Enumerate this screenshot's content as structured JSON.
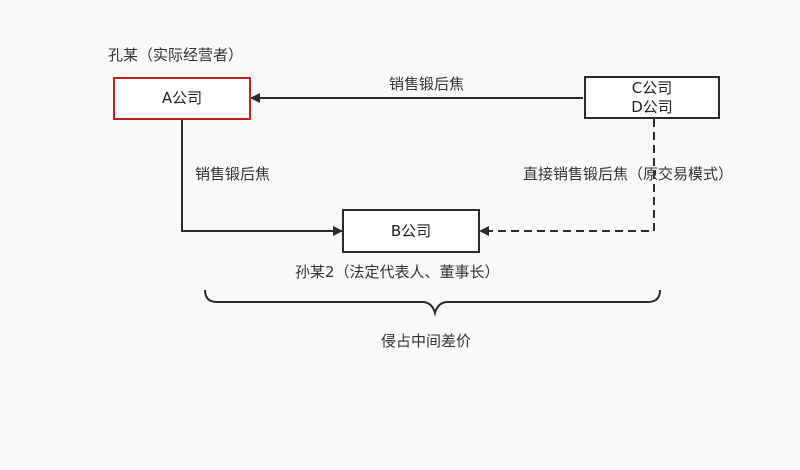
{
  "nodes": {
    "a": {
      "label": "A公司",
      "border_color": "#c81e1e"
    },
    "b": {
      "label": "B公司"
    },
    "cd": {
      "line1": "C公司",
      "line2": "D公司"
    }
  },
  "labels": {
    "a_operator": "孔某（实际经营者）",
    "b_representative": "孙某2（法定代表人、董事长）",
    "edge_cd_to_a": "销售锻后焦",
    "edge_a_to_b": "销售锻后焦",
    "edge_cd_to_b": "直接销售锻后焦（原交易模式）",
    "brace_caption": "侵占中间差价"
  },
  "colors": {
    "line": "#2b2b2b",
    "text": "#333333",
    "highlight": "#c81e1e"
  }
}
